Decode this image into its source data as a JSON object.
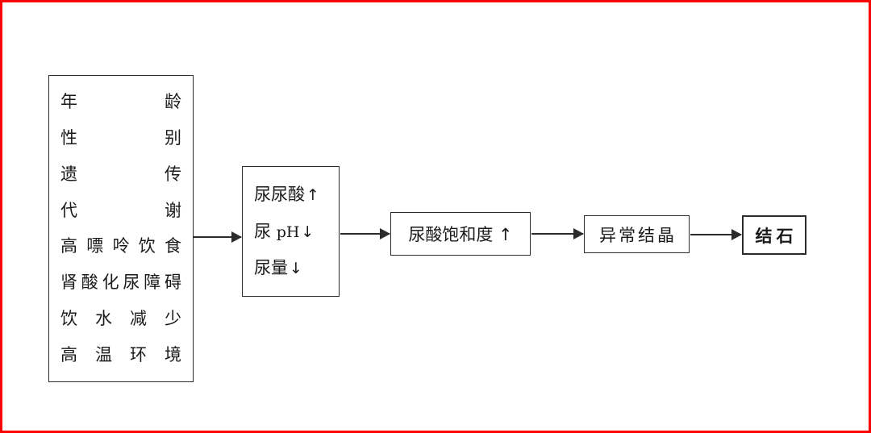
{
  "page": {
    "border_color": "#ff0000",
    "background": "#ffffff",
    "ink_color": "#2b2b2b"
  },
  "diagram": {
    "type": "flowchart",
    "orientation": "left-to-right",
    "title": "",
    "nodes": [
      {
        "id": "factors",
        "name": "risk-factors-box",
        "shape": "rectangle",
        "lines": [
          {
            "text": "年龄",
            "chars": [
              "年",
              "龄"
            ],
            "spread": "justify"
          },
          {
            "text": "性别",
            "chars": [
              "性",
              "别"
            ],
            "spread": "justify"
          },
          {
            "text": "遗传",
            "chars": [
              "遗",
              "传"
            ],
            "spread": "justify"
          },
          {
            "text": "代谢",
            "chars": [
              "代",
              "谢"
            ],
            "spread": "justify"
          },
          {
            "text": "高嘌呤饮食",
            "chars": [
              "高",
              "嘌",
              "呤",
              "饮",
              "食"
            ],
            "spread": "justify"
          },
          {
            "text": "肾酸化尿障碍",
            "chars": [
              "肾",
              "酸",
              "化",
              "尿",
              "障",
              "碍"
            ],
            "spread": "justify"
          },
          {
            "text": "饮水减少",
            "chars": [
              "饮",
              "水",
              "减",
              "少"
            ],
            "spread": "justify"
          },
          {
            "text": "高温环境",
            "chars": [
              "高",
              "温",
              "环",
              "境"
            ],
            "spread": "justify"
          }
        ]
      },
      {
        "id": "urine",
        "name": "urine-chemistry-box",
        "shape": "rectangle",
        "lines": [
          {
            "label": "尿尿酸",
            "latin": "",
            "trend": "↑",
            "text": "尿尿酸↑"
          },
          {
            "label": "尿",
            "latin": "pH",
            "trend": "↓",
            "text": "尿 pH↓"
          },
          {
            "label": "尿量",
            "latin": "",
            "trend": "↓",
            "text": "尿量↓"
          }
        ]
      },
      {
        "id": "saturation",
        "name": "uric-acid-saturation-box",
        "shape": "rectangle",
        "label": "尿酸饱和度 ↑"
      },
      {
        "id": "crystal",
        "name": "abnormal-crystal-box",
        "shape": "rectangle",
        "label": "异常结晶"
      },
      {
        "id": "stone",
        "name": "stone-box",
        "shape": "rectangle",
        "label": "结石",
        "bold": true
      }
    ],
    "edges": [
      {
        "from": "factors",
        "to": "urine",
        "style": "solid-arrow"
      },
      {
        "from": "urine",
        "to": "saturation",
        "style": "solid-arrow"
      },
      {
        "from": "saturation",
        "to": "crystal",
        "style": "solid-arrow"
      },
      {
        "from": "crystal",
        "to": "stone",
        "style": "solid-arrow"
      }
    ]
  }
}
